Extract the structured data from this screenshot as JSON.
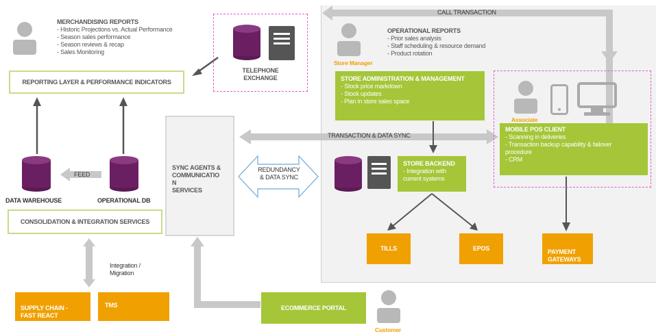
{
  "merch_reports": {
    "title": "MERCHANDISING REPORTS",
    "items": [
      "- Historic Projections vs. Actual Performance",
      "- Season sales performance",
      "- Season reviews & recap",
      "- Sales Monitoring"
    ]
  },
  "reporting_layer": "REPORTING LAYER & PERFORMANCE INDICATORS",
  "telephone_exchange": "TELEPHONE\nEXCHANGE",
  "call_transaction": "CALL TRANSACTION",
  "op_reports": {
    "title": "OPERATIONAL REPORTS",
    "items": [
      "- Prior sales analysis",
      "- Staff scheduling & resource demand",
      "- Product rotation"
    ]
  },
  "store_manager": "Store Manager",
  "store_admin": {
    "title": "STORE ADMINISTRATION & MANAGEMENT",
    "items": [
      "- Stock price markdown",
      "- Stock updates",
      "- Plan in store sales space"
    ]
  },
  "associate": "Associate",
  "mobile_pos": {
    "title": "MOBILE POS CLIENT",
    "items": [
      "- Scanning in deliveries",
      "- Transaction backup capability & failover\n  procedure",
      "- CRM"
    ]
  },
  "transaction_sync": "TRANSACTION & DATA SYNC",
  "sync_agents": "SYNC AGENTS &\nCOMMUNICATIO\nN\nSERVICES",
  "redundancy": "REDUNDANCY\n& DATA SYNC",
  "feed": "FEED",
  "data_warehouse": "DATA WAREHOUSE",
  "operational_db": "OPERATIONAL DB",
  "consolidation": "CONSOLIDATION & INTEGRATION SERVICES",
  "store_backend": {
    "title": "STORE BACKEND",
    "items": [
      "- Integration with\n  current systems"
    ]
  },
  "tills": "TILLS",
  "epos": "EPOS",
  "payment_gateways": "PAYMENT\nGATEWAYS",
  "integration_migration": "Integration /\nMigration",
  "supply_chain": "SUPPLY CHAIN -\nFAST REACT",
  "tms": "TMS",
  "ecommerce_portal": "ECOMMERCE PORTAL",
  "customer": "Customer",
  "colors": {
    "green": "#a4c638",
    "orange": "#f0a000",
    "purple_db": "#6b1f63",
    "grey_arrow": "#c8c8c8",
    "dark_arrow": "#555555",
    "pink_dash": "#e05ad0"
  }
}
